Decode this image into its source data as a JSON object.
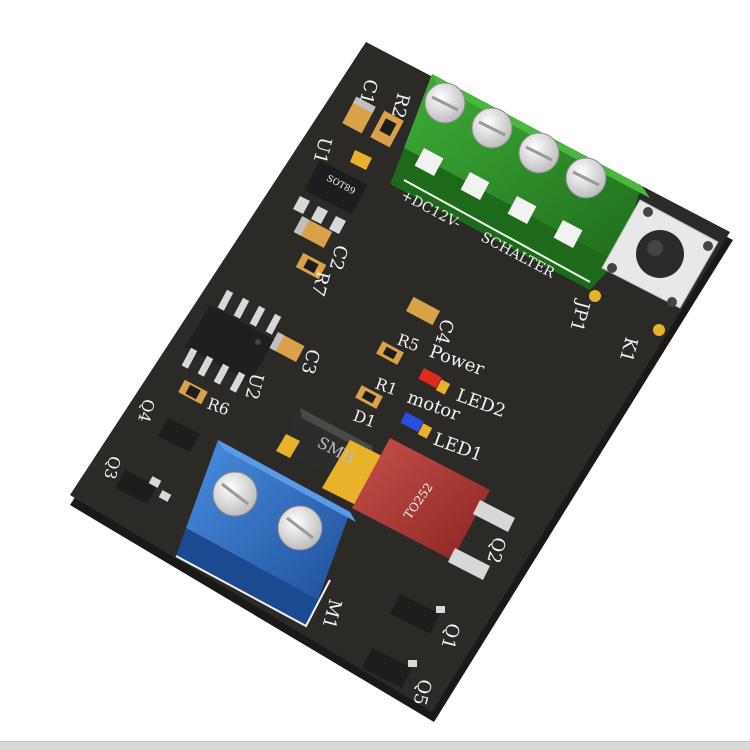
{
  "colors": {
    "pcb": "#2b2a27",
    "pcb_edge": "#1c1b19",
    "silkscreen": "#f2f2f2",
    "terminal_green": "#2f8f2a",
    "terminal_blue": "#2f6fc4",
    "pad_gold": "#e8b32a",
    "chip_black": "#1d1d1d",
    "to252_red": "#b33a36",
    "led_red": "#e02a1a",
    "led_blue": "#2a4fe0"
  },
  "icons": {
    "board": "pcb-board-icon",
    "screw": "screw-head-icon"
  },
  "labels": {
    "c1": "C1",
    "r2": "R2",
    "u1": "U1",
    "sot89": "SOT89",
    "c2": "C2",
    "r7": "R7",
    "c3": "C3",
    "u2": "U2",
    "r6": "R6",
    "q4": "Q4",
    "q3": "Q3",
    "c4": "C4",
    "r5": "R5",
    "power": "Power",
    "led2": "LED2",
    "r1": "R1",
    "motor": "motor",
    "led1": "LED1",
    "d1": "D1",
    "smb": "SMB",
    "to252": "TO252",
    "q2": "Q2",
    "q1": "Q1",
    "q5": "Q5",
    "m1": "M1",
    "dc12v": "+DC12V-",
    "schalter": "SCHALTER",
    "jp1": "JP1",
    "k1": "K1"
  }
}
